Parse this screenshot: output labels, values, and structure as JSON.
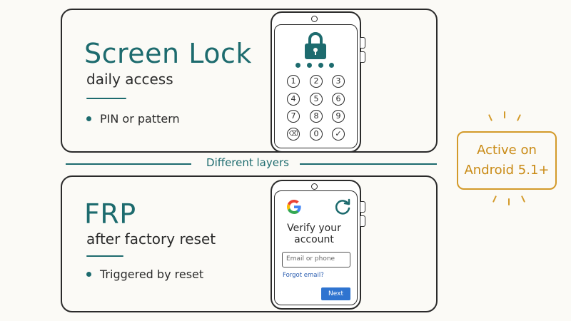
{
  "top_card": {
    "title": "Screen Lock",
    "subtitle": "daily access",
    "bullet": "PIN or pattern"
  },
  "divider": {
    "label": "Different layers"
  },
  "bottom_card": {
    "title": "FRP",
    "subtitle": "after factory reset",
    "bullet": "Triggered by reset"
  },
  "lock_phone": {
    "icon": "padlock-icon",
    "pin_dot_count": 4,
    "keys": [
      "1",
      "2",
      "3",
      "4",
      "5",
      "6",
      "7",
      "8",
      "9",
      "⌫",
      "0",
      "✓"
    ]
  },
  "frp_phone": {
    "logo": "google-logo",
    "sync_icon": "sync-icon",
    "heading_line1": "Verify your",
    "heading_line2": "account",
    "input_placeholder": "Email or phone",
    "forgot_link": "Forgot email?",
    "next_label": "Next"
  },
  "badge": {
    "line1": "Active on",
    "line2": "Android 5.1+"
  },
  "colors": {
    "teal": "#1d6b6e",
    "amber": "#d39a2a",
    "ink": "#2a2a2a",
    "button_blue": "#2f74d0"
  }
}
